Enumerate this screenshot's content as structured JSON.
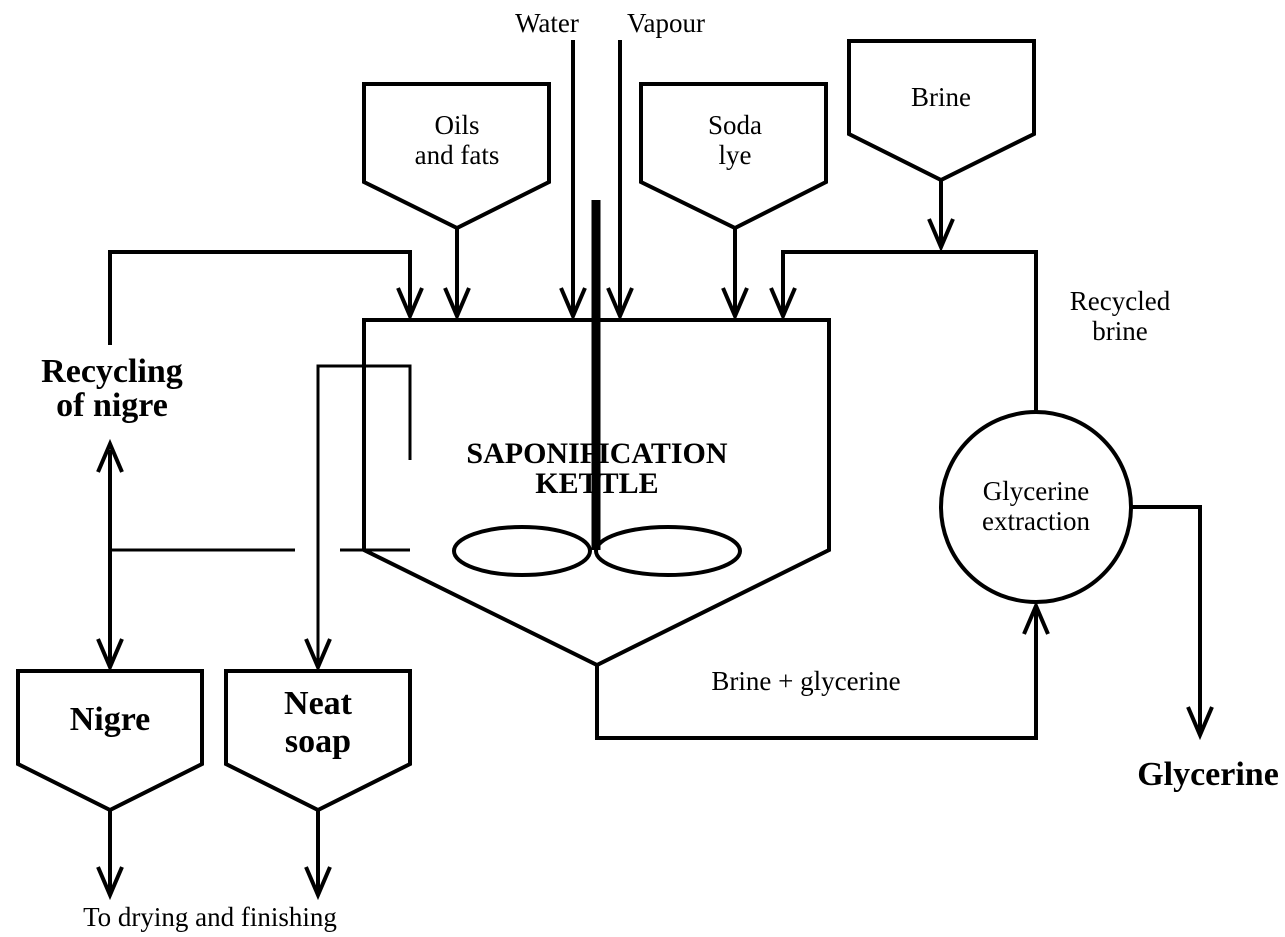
{
  "diagram": {
    "inputs": {
      "water": "Water",
      "vapour": "Vapour",
      "oils_line1": "Oils",
      "oils_line2": "and fats",
      "soda_line1": "Soda",
      "soda_line2": "lye",
      "brine": "Brine"
    },
    "kettle": {
      "line1": "SAPONIFICATION",
      "line2": "KETTLE"
    },
    "recycling_nigre": {
      "line1": "Recycling",
      "line2": "of nigre"
    },
    "recycled_brine": {
      "line1": "Recycled",
      "line2": "brine"
    },
    "glycerine_extraction": {
      "line1": "Glycerine",
      "line2": "extraction"
    },
    "brine_glycerine": "Brine + glycerine",
    "glycerine": "Glycerine",
    "nigre": "Nigre",
    "neat_soap": {
      "line1": "Neat",
      "line2": "soap"
    },
    "to_drying": "To drying and finishing"
  }
}
